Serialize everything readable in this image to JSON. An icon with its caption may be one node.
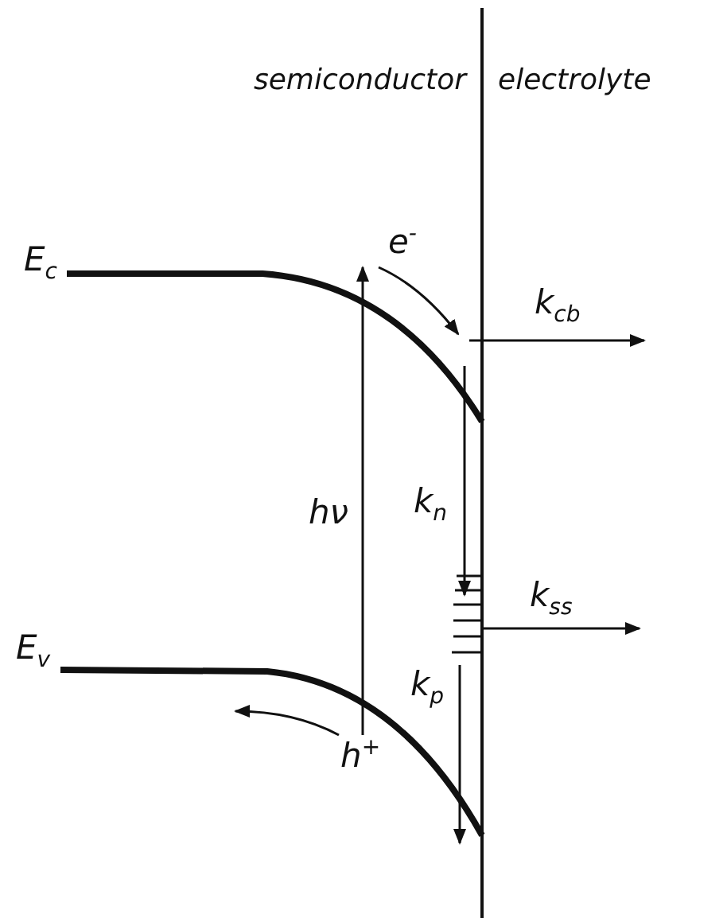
{
  "diagram": {
    "labels": [
      "semiconductor",
      "electrolyte",
      "E$_{c}$",
      "e$^{-}$",
      "k$_{cb}$",
      "hν",
      "k$_{n}$",
      "k$_{ss}$",
      "E$_{v}$",
      "h$^{+}$",
      "k$_{p}$"
    ]
  }
}
